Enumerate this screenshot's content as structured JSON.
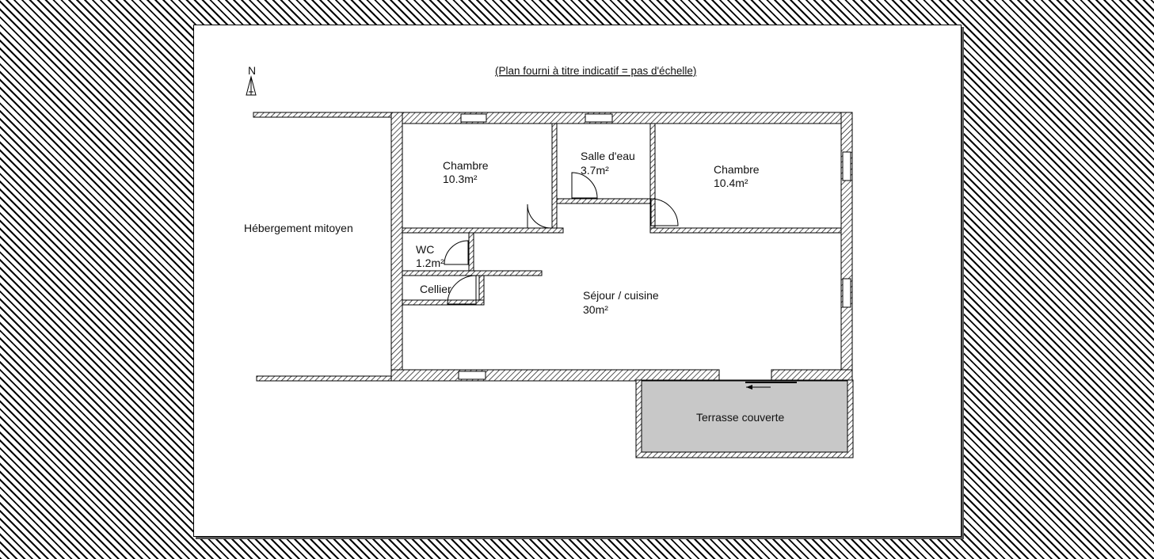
{
  "plan": {
    "title": "(Plan fourni à titre indicatif = pas d'échelle)",
    "north_label": "N",
    "rooms": {
      "adjacent": "Hébergement mitoyen",
      "bedroom_1": {
        "name": "Chambre",
        "area": "10.3m²"
      },
      "bathroom": {
        "name": "Salle d'eau",
        "area": "3.7m²"
      },
      "bedroom_2": {
        "name": "Chambre",
        "area": "10.4m²"
      },
      "wc": {
        "name": "WC",
        "area": "1.2m²"
      },
      "storage": {
        "name": "Cellier"
      },
      "living": {
        "name": "Séjour / cuisine",
        "area": "30m²"
      },
      "terrace": {
        "name": "Terrasse couverte"
      }
    },
    "colors": {
      "terrace_fill": "#c8c8c8",
      "page_background": "#ffffff",
      "hatch": "#000000"
    }
  }
}
